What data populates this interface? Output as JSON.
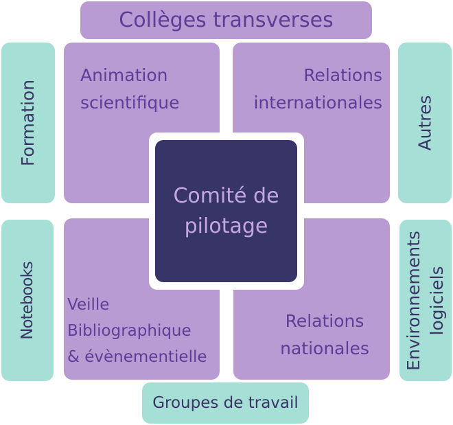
{
  "title": "Collèges transverses",
  "center": {
    "line1": "Comité de",
    "line2": "pilotage"
  },
  "quadrants": {
    "top_left": {
      "line1": "Animation",
      "line2": "scientifique"
    },
    "top_right": {
      "line1": "Relations",
      "line2": "internationales"
    },
    "bottom_left": {
      "line1": "Veille",
      "line2": "Bibliographique",
      "line3": "& évènementielle"
    },
    "bottom_right": {
      "line1": "Relations",
      "line2": "nationales"
    }
  },
  "sides": {
    "formation": "Formation",
    "notebooks": "Notebooks",
    "autres": "Autres",
    "env_line1": "Environnements",
    "env_line2": "logiciels"
  },
  "bottom": "Groupes de travail",
  "colors": {
    "purple": "#b89bd3",
    "teal": "#a5dfd6",
    "dark": "#373568",
    "text": "#5e3d97"
  }
}
